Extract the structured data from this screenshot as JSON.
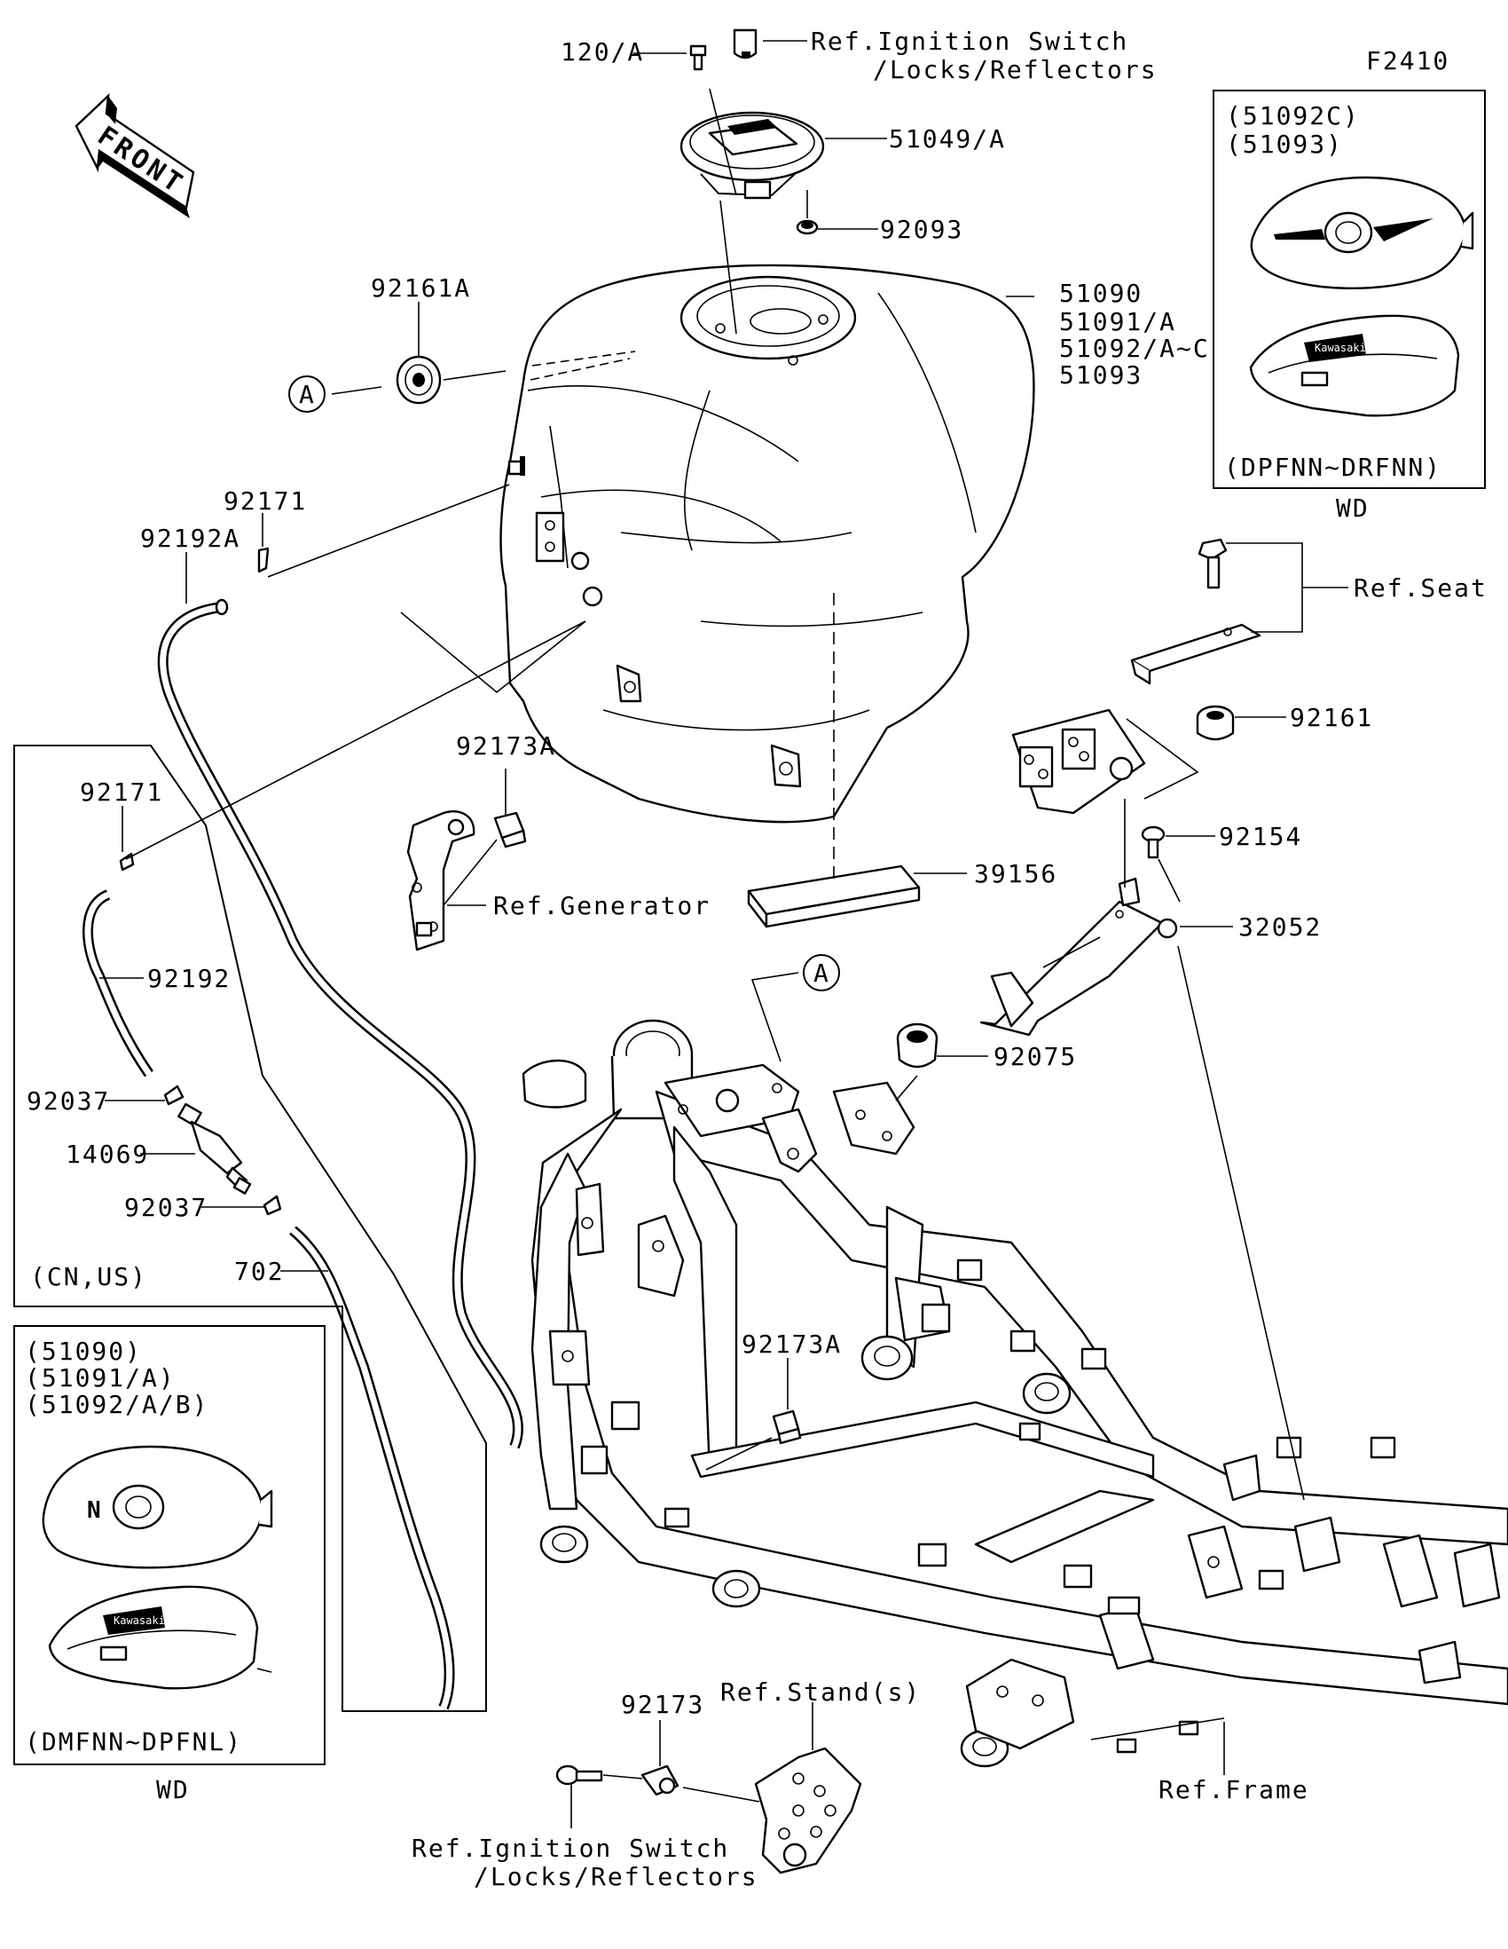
{
  "figure_code": "F2410",
  "front_arrow": {
    "label": "FRONT"
  },
  "callouts": {
    "part_120A": "120/A",
    "ref_ignition_top_1": "Ref.Ignition Switch",
    "ref_ignition_top_2": "/Locks/Reflectors",
    "part_51049A": "51049/A",
    "part_92093": "92093",
    "part_92161A": "92161A",
    "marker_a_left": "A",
    "tank_51090": "51090",
    "tank_51091A": "51091/A",
    "tank_51092AC": "51092/A~C",
    "tank_51093": "51093",
    "part_92171_top": "92171",
    "part_92192A": "92192A",
    "part_92171_left": "92171",
    "part_92192": "92192",
    "part_92037_upper": "92037",
    "part_14069": "14069",
    "part_92037_lower": "92037",
    "part_702": "702",
    "part_92173A_upper": "92173A",
    "ref_generator": "Ref.Generator",
    "part_39156": "39156",
    "marker_a_frame": "A",
    "part_92075": "92075",
    "ref_seat": "Ref.Seat",
    "part_92161": "92161",
    "part_92154": "92154",
    "part_32052": "32052",
    "part_92173A_lower": "92173A",
    "part_92173": "92173",
    "ref_stands": "Ref.Stand(s)",
    "ref_ignition_bottom_1": "Ref.Ignition Switch",
    "ref_ignition_bottom_2": "/Locks/Reflectors",
    "ref_frame": "Ref.Frame"
  },
  "inset_top_right": {
    "line1": "(51092C)",
    "line2": "(51093)",
    "range": "(DPFNN~DRFNN)",
    "caption": "WD"
  },
  "inset_cn_us": {
    "label": "(CN,US)"
  },
  "inset_bottom_left": {
    "line1": "(51090)",
    "line2": "(51091/A)",
    "line3": "(51092/A/B)",
    "range": "(DMFNN~DPFNL)",
    "caption": "WD"
  }
}
